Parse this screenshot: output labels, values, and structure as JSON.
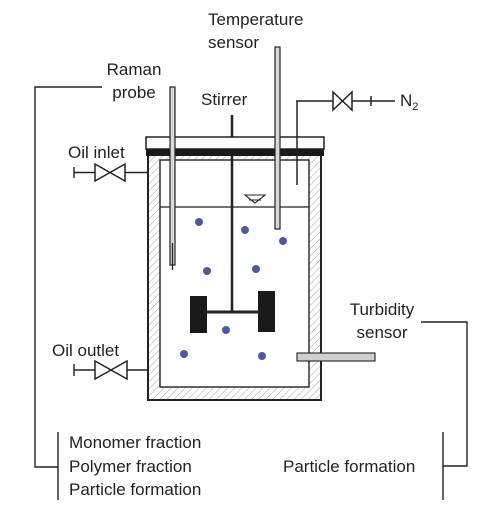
{
  "labels": {
    "temperature_sensor": [
      "Temperature",
      "sensor"
    ],
    "raman_probe": [
      "Raman",
      "probe"
    ],
    "stirrer": "Stirrer",
    "nitrogen": "N",
    "nitrogen_subscript": "2",
    "oil_inlet": "Oil inlet",
    "oil_outlet": "Oil outlet",
    "turbidity_sensor": [
      "Turbidity",
      "sensor"
    ]
  },
  "outputs": {
    "raman": [
      "Monomer fraction",
      "Polymer fraction",
      "Particle formation"
    ],
    "turbidity": "Particle formation"
  }
}
